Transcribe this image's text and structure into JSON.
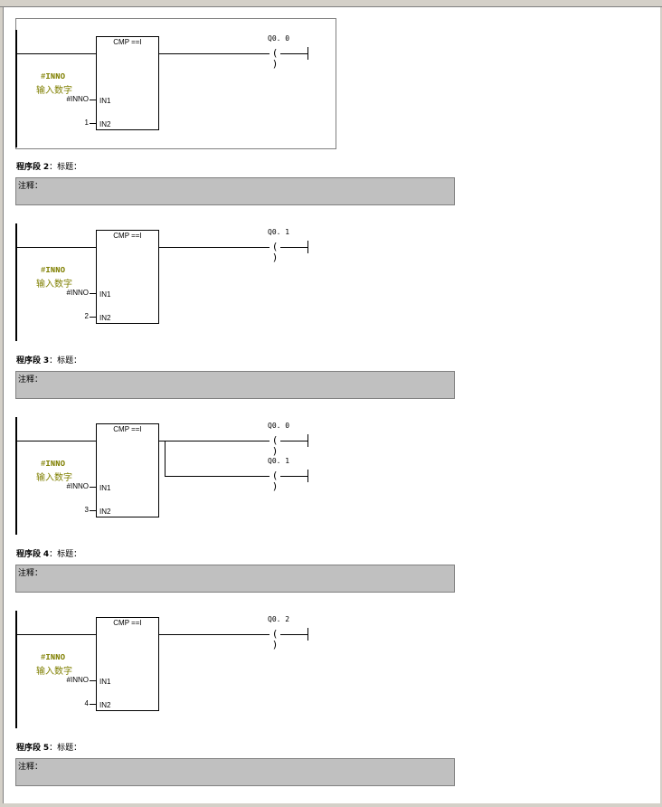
{
  "networks": [
    {
      "compare_label": "CMP ==I",
      "var_name": "#INNO",
      "var_comment": "输入数字",
      "in1_label": "IN1",
      "in2_label": "IN2",
      "in1_value": "#INNO",
      "in2_value": "1",
      "coils": [
        "Q0. 0"
      ]
    },
    {
      "title_prefix": "程序段",
      "number": "2",
      "title_suffix": "：标题：",
      "comment_label": "注释：",
      "compare_label": "CMP ==I",
      "var_name": "#INNO",
      "var_comment": "输入数字",
      "in1_label": "IN1",
      "in2_label": "IN2",
      "in1_value": "#INNO",
      "in2_value": "2",
      "coils": [
        "Q0. 1"
      ]
    },
    {
      "title_prefix": "程序段",
      "number": "3",
      "title_suffix": "：标题：",
      "comment_label": "注释：",
      "compare_label": "CMP ==I",
      "var_name": "#INNO",
      "var_comment": "输入数字",
      "in1_label": "IN1",
      "in2_label": "IN2",
      "in1_value": "#INNO",
      "in2_value": "3",
      "coils": [
        "Q0. 0",
        "Q0. 1"
      ]
    },
    {
      "title_prefix": "程序段",
      "number": "4",
      "title_suffix": "：标题：",
      "comment_label": "注释：",
      "compare_label": "CMP ==I",
      "var_name": "#INNO",
      "var_comment": "输入数字",
      "in1_label": "IN1",
      "in2_label": "IN2",
      "in1_value": "#INNO",
      "in2_value": "4",
      "coils": [
        "Q0. 2"
      ]
    },
    {
      "title_prefix": "程序段",
      "number": "5",
      "title_suffix": "：标题：",
      "comment_label": "注释："
    }
  ],
  "coil_symbol": "( )",
  "colors": {
    "symbol_text": "#7f7f00",
    "comment_bg": "#c0c0c0",
    "window_chrome": "#d4d0c8"
  }
}
